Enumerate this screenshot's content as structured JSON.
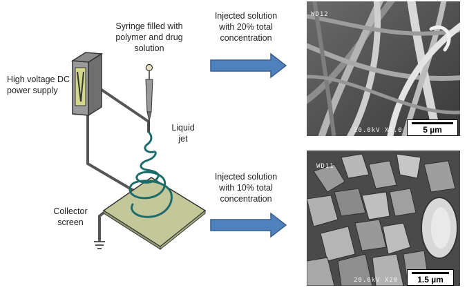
{
  "labels": {
    "syringe": [
      "Syringe filled with",
      "polymer and drug",
      "solution"
    ],
    "power_supply": [
      "High voltage DC",
      "power supply"
    ],
    "liquid_jet": [
      "Liquid",
      "jet"
    ],
    "collector": [
      "Collector",
      "screen"
    ],
    "solution_top": [
      "Injected solution",
      "with 20% total",
      "concentration"
    ],
    "solution_bottom": [
      "Injected solution",
      "with 10% total",
      "concentration"
    ]
  },
  "images": {
    "top": {
      "wd": "WD12",
      "info": "20.0kV X6.0",
      "scale": "5 µm"
    },
    "bottom": {
      "wd": "WD11",
      "info": "20.0kV X20",
      "scale": "1.5 µm"
    }
  },
  "colors": {
    "arrow_fill": "#4f81bd",
    "arrow_stroke": "#385d8a",
    "collector_fill": "#c3c89a",
    "jet": "#1e6b6b",
    "wire": "#555555"
  }
}
